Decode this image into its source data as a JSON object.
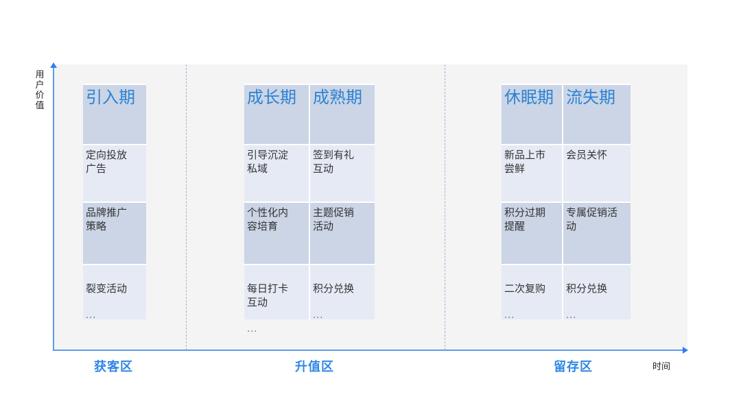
{
  "axes": {
    "y_label": "用户价值",
    "x_label": "时间"
  },
  "colors": {
    "accent": "#2f86e6",
    "header_cell": "#cbd5e6",
    "light_cell": "#e6eaf4",
    "panel": "#f4f4f5",
    "axis": "#5b9bf0"
  },
  "zones": [
    {
      "label": "获客区",
      "stages": [
        {
          "title": "引入期",
          "items": [
            "定向投放\n广告",
            "品牌推广\n策略",
            "裂变活动"
          ],
          "more": "..."
        }
      ]
    },
    {
      "label": "升值区",
      "stages": [
        {
          "title": "成长期",
          "items": [
            "引导沉淀\n私域",
            "个性化内\n容培育",
            "每日打卡\n互动"
          ],
          "more": "..."
        },
        {
          "title": "成熟期",
          "items": [
            "签到有礼\n互动",
            "主题促销\n活动",
            "积分兑换"
          ],
          "more": "..."
        }
      ]
    },
    {
      "label": "留存区",
      "stages": [
        {
          "title": "休眠期",
          "items": [
            "新品上市\n尝鲜",
            "积分过期\n提醒",
            "二次复购"
          ],
          "more": "..."
        },
        {
          "title": "流失期",
          "items": [
            "会员关怀",
            "专属促销活\n动",
            "积分兑换"
          ],
          "more": "..."
        }
      ]
    }
  ]
}
